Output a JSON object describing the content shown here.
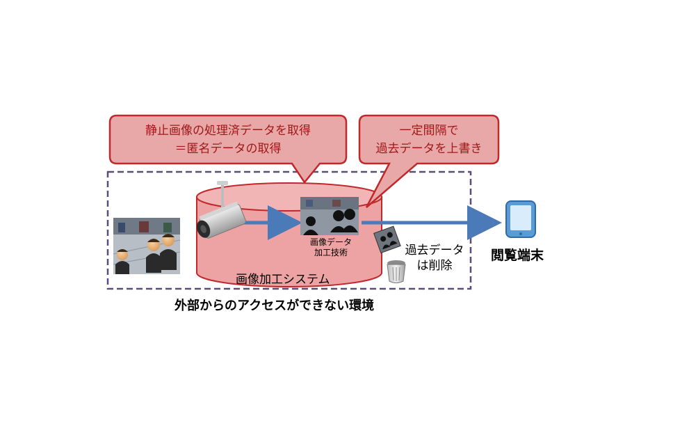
{
  "callouts": {
    "left": {
      "line1": "静止画像の処理済データを取得",
      "line2": "＝匿名データの取得"
    },
    "right": {
      "line1": "一定間隔で",
      "line2": "過去データを上書き"
    }
  },
  "system_label": "画像加工システム",
  "processing_label": {
    "line1": "画像データ",
    "line2": "加工技術"
  },
  "deletion_label": {
    "line1": "過去データ",
    "line2": "は削除"
  },
  "terminal_label": "閲覧端末",
  "boundary_label": "外部からのアクセスができない環境",
  "colors": {
    "callout_fill": "#e8a8a8",
    "callout_border": "#c0282b",
    "callout_text": "#a01818",
    "cylinder_fill": "#eda3a3",
    "arrow": "#4a7ab8",
    "boundary": "#5b4a7a",
    "tablet": "#5b9bd5"
  },
  "icons": [
    "person-icon",
    "surveillance-camera-icon",
    "tablet-icon",
    "trash-can-icon",
    "photo-icon"
  ]
}
